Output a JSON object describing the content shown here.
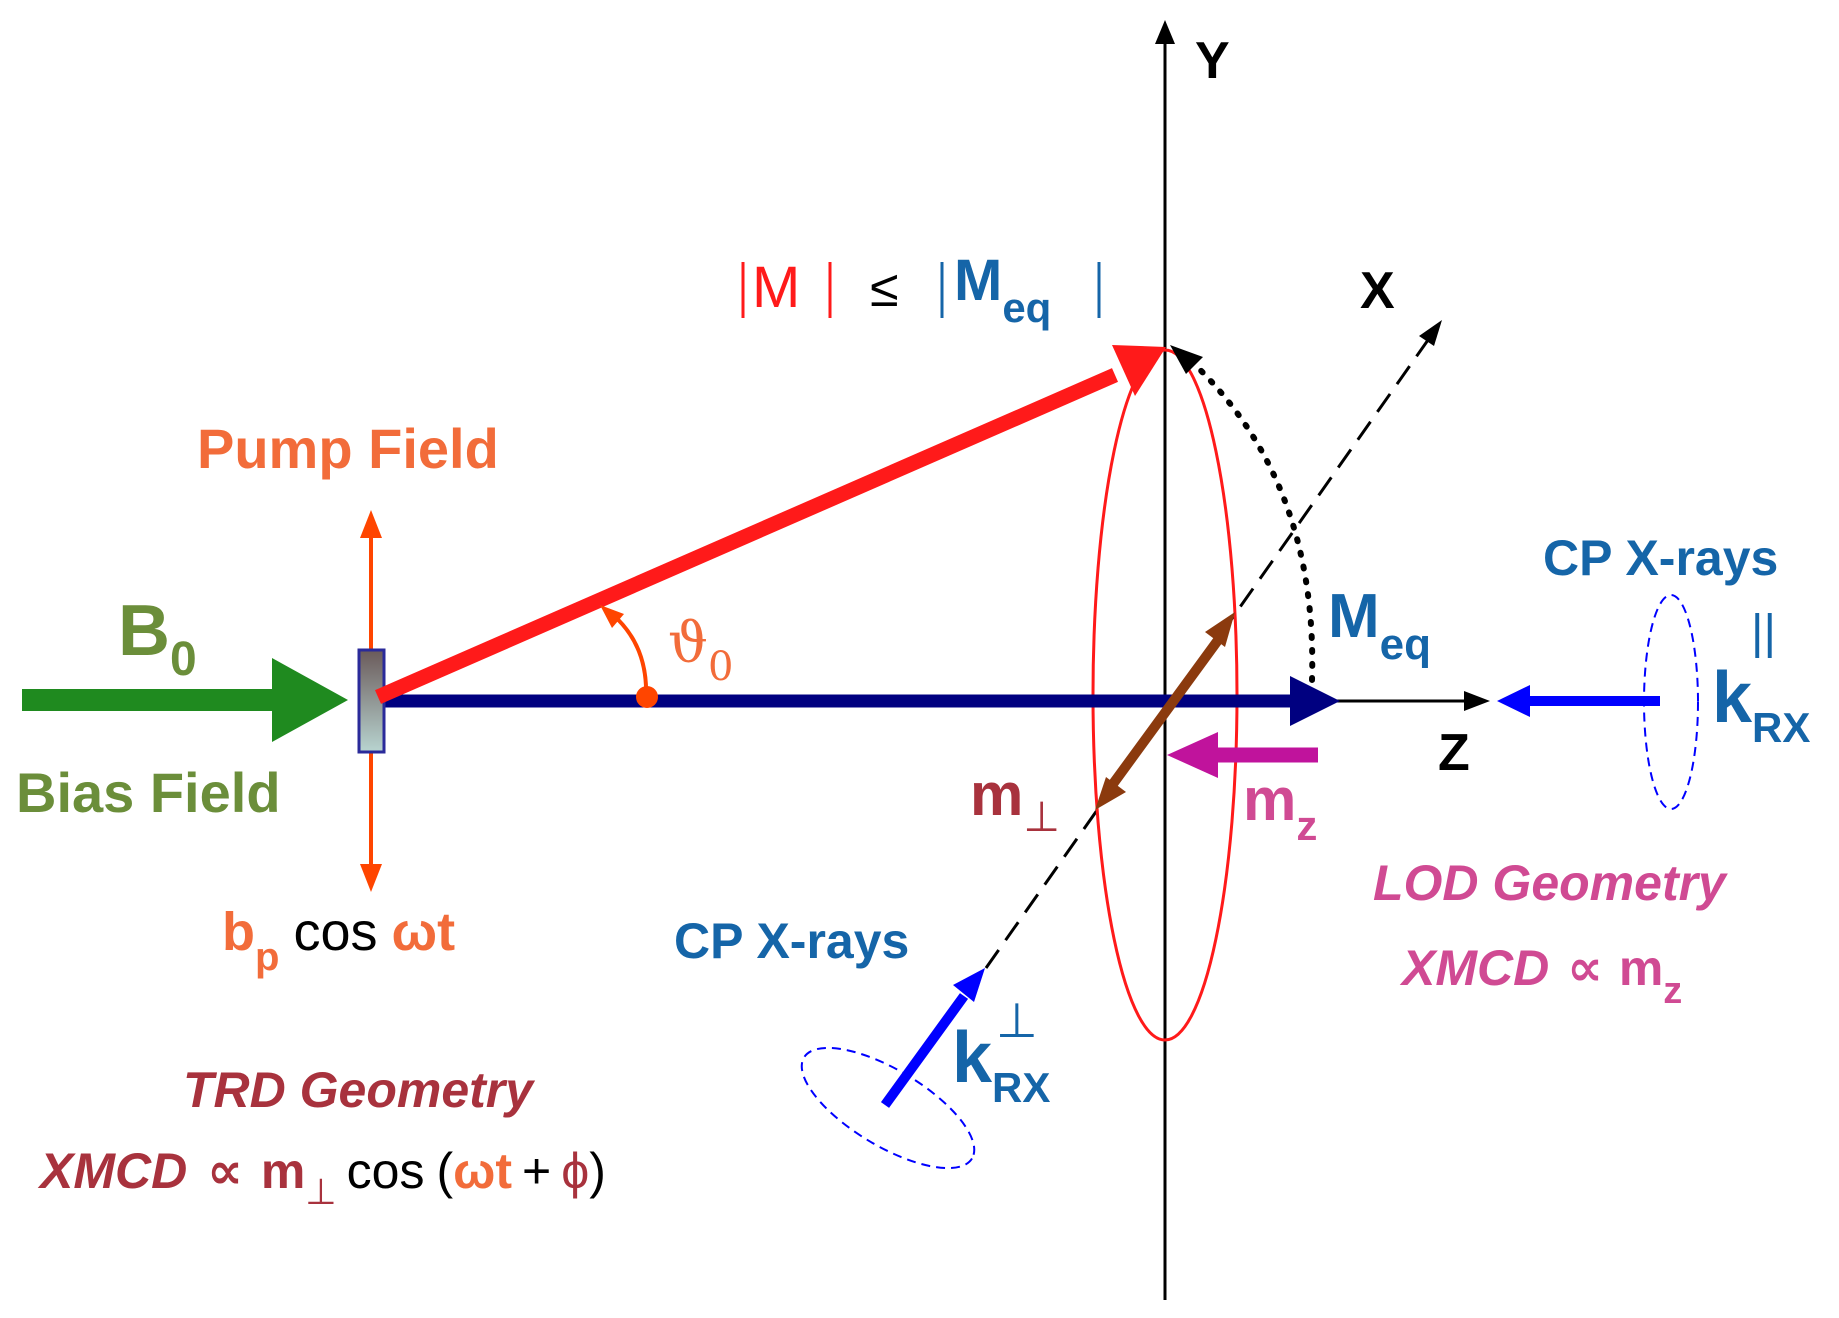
{
  "axes": {
    "y": "Y",
    "x": "X",
    "z": "Z"
  },
  "magnitude": {
    "m": "M",
    "leq": "≤",
    "meq_main": "M",
    "meq_sub": "eq"
  },
  "pump_field": "Pump Field",
  "bias": {
    "b_main": "B",
    "b_sub": "0",
    "label": "Bias Field"
  },
  "pump_expr": {
    "b": "b",
    "b_sub": "p",
    "cos": "cos",
    "omega_t": "ωt"
  },
  "theta": {
    "main": "ϑ",
    "sub": "0"
  },
  "meq_label": {
    "main": "M",
    "sub": "eq"
  },
  "m_perp": {
    "main": "m",
    "sub": "⊥"
  },
  "m_z": {
    "main": "m",
    "sub": "z"
  },
  "cp_right": "CP X-rays",
  "cp_left": "CP X-rays",
  "k_par": {
    "main": "k",
    "sup": "||",
    "sub": "RX"
  },
  "k_perp": {
    "main": "k",
    "sup": "⊥",
    "sub": "RX"
  },
  "lod": {
    "title": "LOD Geometry",
    "xmcd": "XMCD",
    "prop": "∝",
    "m": "m",
    "m_sub": "z"
  },
  "trd": {
    "title": "TRD Geometry",
    "xmcd": "XMCD",
    "prop": "∝",
    "m": "m",
    "m_sub": "⊥",
    "cos": "cos",
    "open": "(",
    "omega_t": "ωt",
    "plus": "+",
    "phi": "ϕ",
    "close": ")"
  },
  "colors": {
    "bias_green": "#1f8a1f",
    "bias_text": "#6b8e3a",
    "pump_orange": "#ff4500",
    "pump_text": "#f26c3a",
    "m_red": "#ff1a1a",
    "meq_navy": "#000080",
    "label_blue": "#1565a8",
    "perp_brown": "#8b3a0e",
    "mz_magenta": "#c0139c",
    "mz_text": "#d04a93",
    "trd_red": "#a8323d",
    "kblue": "#0000ff"
  }
}
